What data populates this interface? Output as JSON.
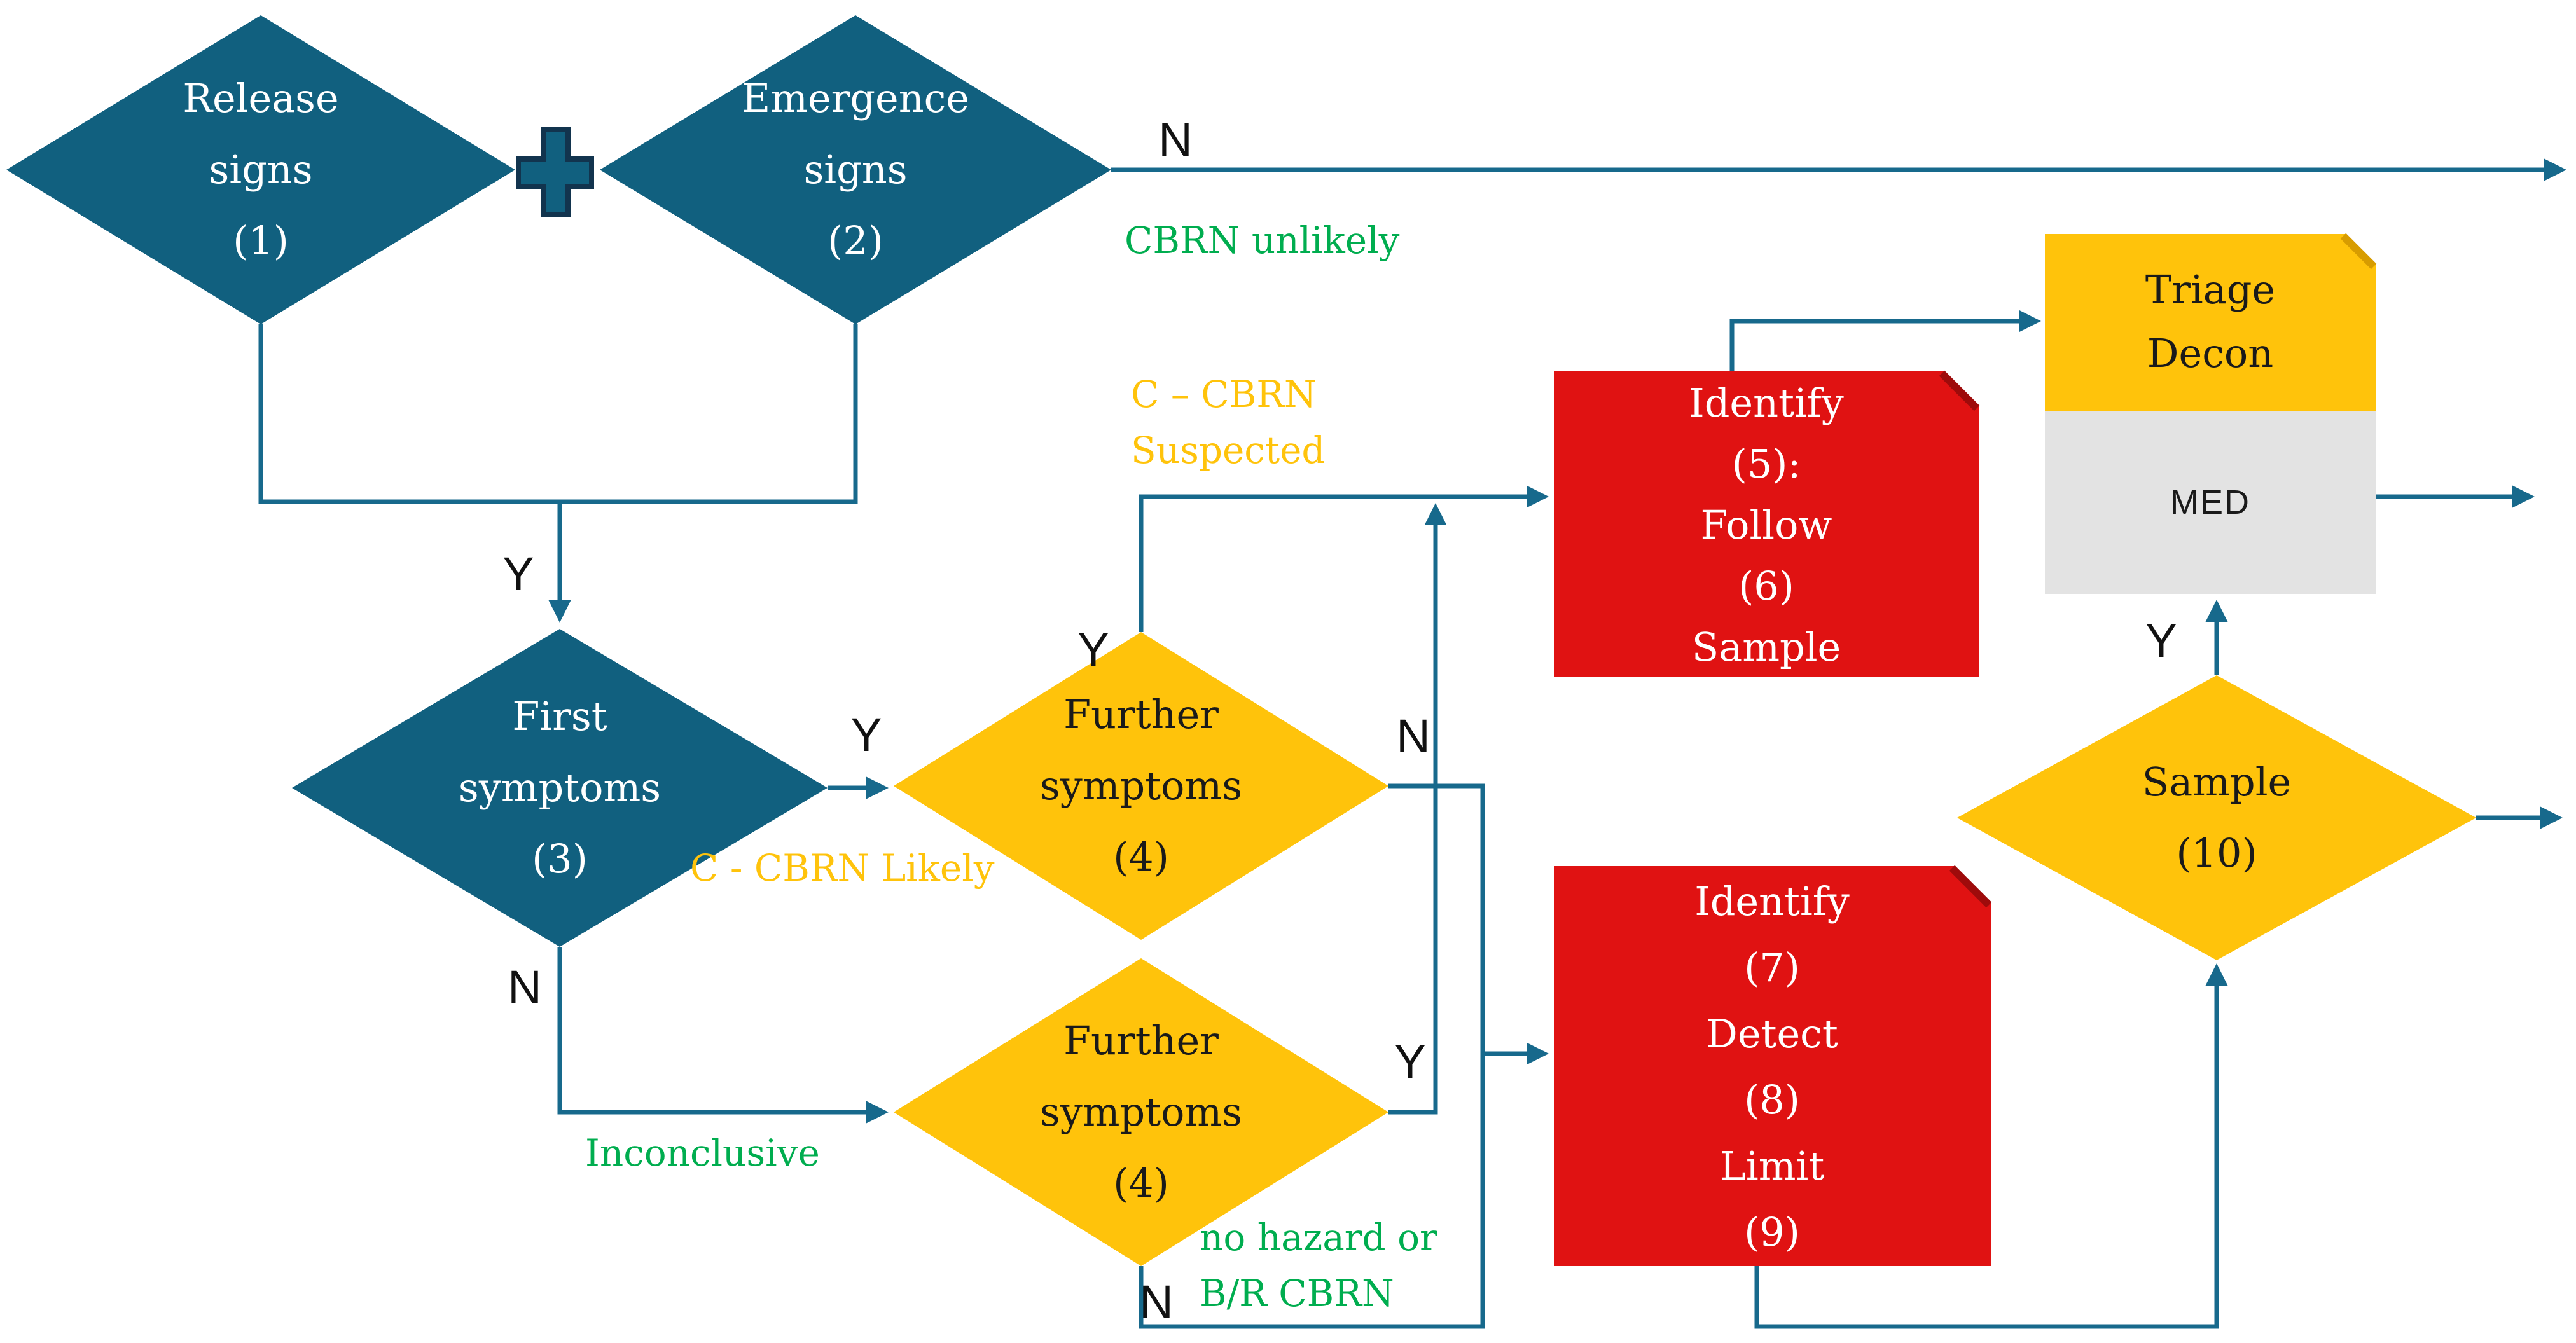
{
  "figure": {
    "type": "flowchart",
    "description": "CBRN incident decision flowchart"
  },
  "colors": {
    "diamond_teal": "#11607F",
    "connector_teal": "#17698C",
    "plus_outline_navy": "#12344E",
    "diamond_yellow": "#FFC30B",
    "action_red": "#E01212",
    "red_fold_shadow": "#9E0B0B",
    "yellow_fold_shadow": "#D79C00",
    "med_gray": "#E3E3E3",
    "outcome_green": "#00AD4F",
    "outcome_gold": "#FFC30B",
    "label_black": "#111111",
    "node_text_light": "#FFFFFF",
    "node_text_dark": "#1A1A1A"
  },
  "nodes": {
    "release": {
      "label": "Release\nsigns\n(1)"
    },
    "emergence": {
      "label": "Emergence\nsigns\n(2)"
    },
    "first_symptoms": {
      "label": "First\nsymptoms\n(3)"
    },
    "further_symptoms_top": {
      "label": "Further\nsymptoms\n(4)"
    },
    "further_symptoms_bottom": {
      "label": "Further\nsymptoms\n(4)"
    },
    "identify_follow_sample": {
      "label": "Identify\n(5):\nFollow\n(6)\nSample"
    },
    "identify_detect_limit": {
      "label": "Identify\n(7)\nDetect\n(8)\nLimit\n(9)"
    },
    "triage_decon": {
      "label": "Triage\nDecon"
    },
    "med": {
      "label": "MED"
    },
    "sample": {
      "label": "Sample\n(10)"
    }
  },
  "edge_labels": {
    "n_emergence": "N",
    "y_merge": "Y",
    "y_first": "Y",
    "n_first": "N",
    "y_further_top": "Y",
    "n_further_top": "N",
    "y_further_bottom": "Y",
    "n_further_bottom": "N",
    "y_sample": "Y",
    "cbrn_unlikely": "CBRN unlikely",
    "cbrn_suspected": "C – CBRN\nSuspected",
    "cbrn_likely": "C - CBRN Likely",
    "inconclusive": "Inconclusive",
    "no_hazard": "no hazard or\nB/R CBRN"
  }
}
